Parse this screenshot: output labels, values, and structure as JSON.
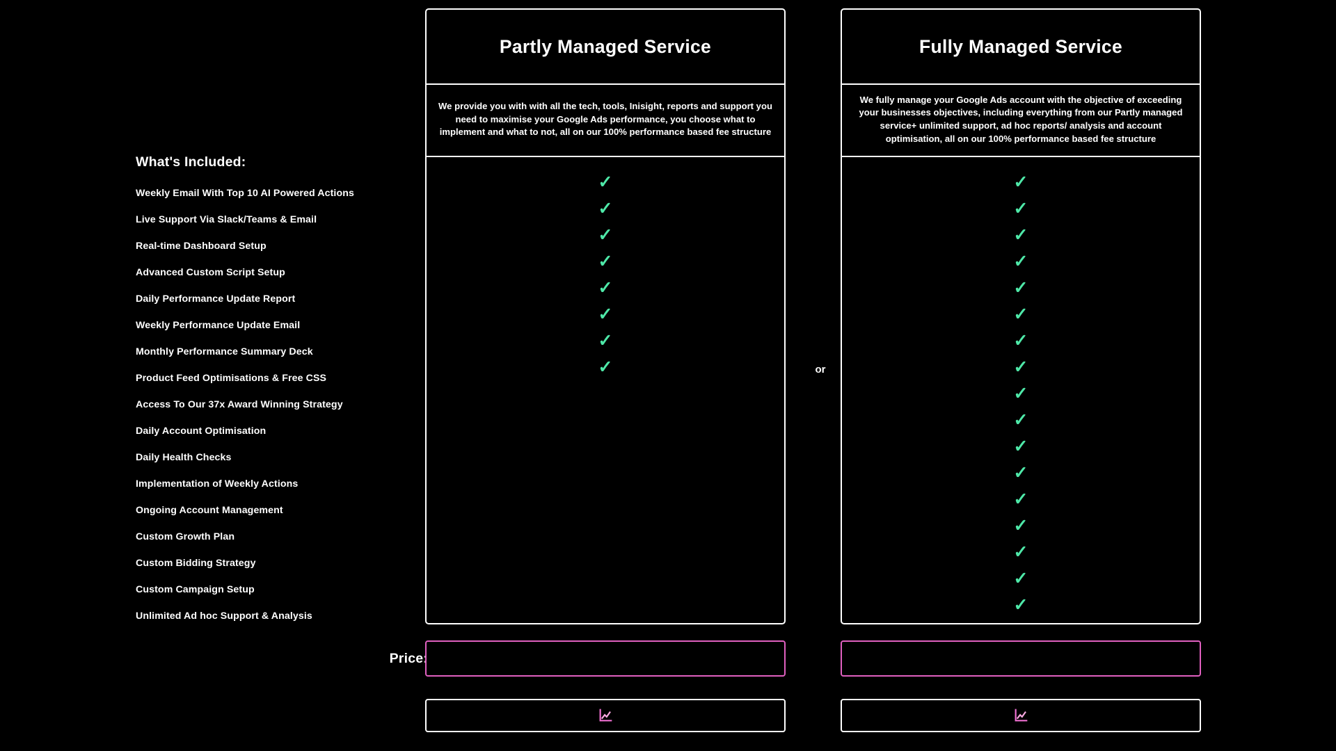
{
  "features": {
    "title": "What's Included:",
    "items": [
      "Weekly Email With Top 10 AI Powered Actions",
      "Live Support Via Slack/Teams & Email",
      "Real-time Dashboard Setup",
      "Advanced Custom Script Setup",
      "Daily Performance Update Report",
      "Weekly Performance Update Email",
      "Monthly Performance Summary Deck",
      "Product Feed Optimisations & Free CSS",
      "Access To Our 37x Award Winning Strategy",
      "Daily Account Optimisation",
      "Daily Health Checks",
      "Implementation of Weekly Actions",
      "Ongoing Account Management",
      "Custom Growth Plan",
      "Custom Bidding Strategy",
      "Custom Campaign Setup",
      "Unlimited Ad hoc Support & Analysis"
    ]
  },
  "separator": {
    "label": "or"
  },
  "price": {
    "label": "Price:",
    "partly_value": "",
    "fully_value": ""
  },
  "plans": [
    {
      "id": "partly",
      "title": "Partly Managed Service",
      "description": "We provide you with with all the tech, tools, Inisight, reports and support you need to maximise your Google Ads performance, you choose what to implement and what to not, all on our 100% performance based fee structure",
      "included": [
        true,
        true,
        true,
        true,
        true,
        true,
        true,
        true,
        false,
        false,
        false,
        false,
        false,
        false,
        false,
        false,
        false
      ],
      "check_glyph": "✓",
      "cta_label": "",
      "cta_icon": "line-chart-icon"
    },
    {
      "id": "fully",
      "title": "Fully Managed Service",
      "description": "We fully manage your Google Ads account with the objective of exceeding your businesses objectives, including everything from our Partly managed service+ unlimited support, ad hoc reports/ analysis and account optimisation, all on our 100% performance based fee structure",
      "included": [
        true,
        true,
        true,
        true,
        true,
        true,
        true,
        true,
        true,
        true,
        true,
        true,
        true,
        true,
        true,
        true,
        true
      ],
      "check_glyph": "✓",
      "cta_label": "",
      "cta_icon": "line-chart-icon"
    }
  ],
  "colors": {
    "background": "#000000",
    "text": "#ffffff",
    "check": "#4ee8a8",
    "price_border": "#e060c0",
    "cta_icon": "#ee6fd0"
  }
}
